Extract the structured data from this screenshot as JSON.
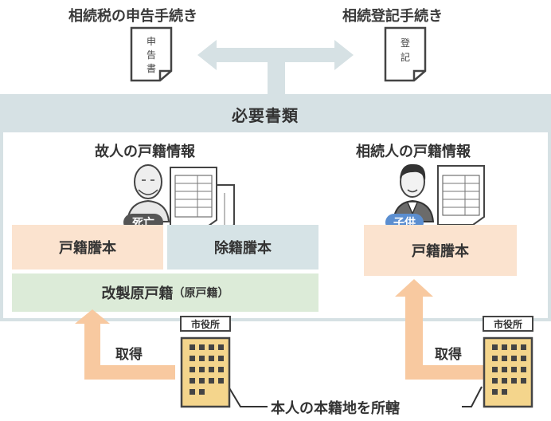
{
  "top": {
    "left_title": "相続税の申告手続き",
    "right_title": "相続登記手続き",
    "left_doc": {
      "char1": "申",
      "char2": "告",
      "char3": "書"
    },
    "right_doc": {
      "char1": "登",
      "char2": "記"
    }
  },
  "panel": {
    "title": "必要書類",
    "deceased": {
      "title": "故人の戸籍情報",
      "badge": "死亡",
      "koseki": "戸籍謄本",
      "joseki": "除籍謄本",
      "kaisei_main": "改製原戸籍",
      "kaisei_note": "（原戸籍）"
    },
    "heir": {
      "title": "相続人の戸籍情報",
      "badge": "子供",
      "koseki": "戸籍謄本"
    }
  },
  "bottom": {
    "city_hall": "市役所",
    "obtain": "取得",
    "jurisdiction": "本人の本籍地を所轄"
  },
  "colors": {
    "panel": "#d6e1e4",
    "koseki_box": "#fbe3cf",
    "joseki_box": "#d6e3e6",
    "kaisei_box": "#dcebd8",
    "arrow": "#f8c9a0",
    "badge_dead": "#555555",
    "badge_child": "#5b8ed0",
    "building": "#f4d58c"
  },
  "icons": [
    "double-arrow-icon",
    "document-icon",
    "elderly-man-icon",
    "young-man-icon",
    "building-icon",
    "orange-arrow-icon"
  ]
}
